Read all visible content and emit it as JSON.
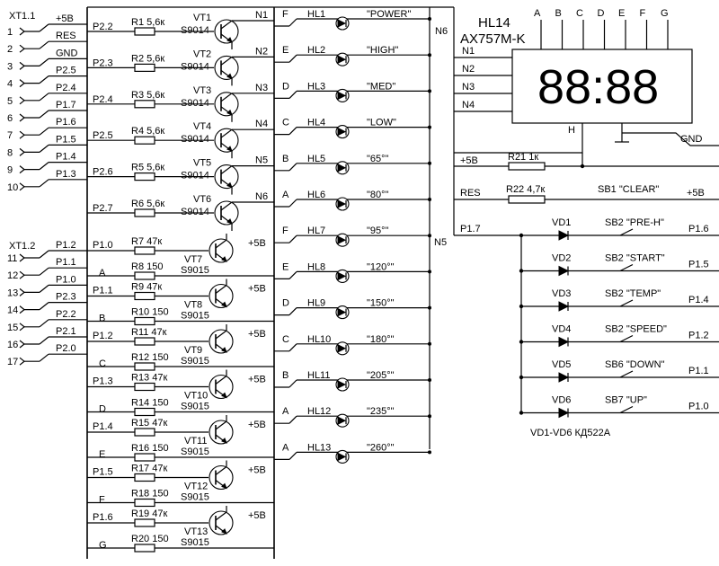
{
  "connectors": {
    "xt1": "XT1.1",
    "xt2": "XT1.2",
    "pins1": [
      {
        "num": "1",
        "sig": "+5B"
      },
      {
        "num": "2",
        "sig": "RES"
      },
      {
        "num": "3",
        "sig": "GND"
      },
      {
        "num": "4",
        "sig": "P2.5"
      },
      {
        "num": "5",
        "sig": "P2.4"
      },
      {
        "num": "6",
        "sig": "P1.7"
      },
      {
        "num": "7",
        "sig": "P1.6"
      },
      {
        "num": "8",
        "sig": "P1.5"
      },
      {
        "num": "9",
        "sig": "P1.4"
      },
      {
        "num": "10",
        "sig": "P1.3"
      }
    ],
    "pins2": [
      {
        "num": "11",
        "sig": "P1.2"
      },
      {
        "num": "12",
        "sig": "P1.1"
      },
      {
        "num": "13",
        "sig": "P1.0"
      },
      {
        "num": "14",
        "sig": "P2.3"
      },
      {
        "num": "15",
        "sig": "P2.2"
      },
      {
        "num": "16",
        "sig": "P2.1"
      },
      {
        "num": "17",
        "sig": "P2.0"
      }
    ]
  },
  "digit_drivers": [
    {
      "port": "P2.2",
      "r": "R1 5,6к",
      "vt": "VT1",
      "model": "S9014",
      "net": "N1"
    },
    {
      "port": "P2.3",
      "r": "R2 5,6к",
      "vt": "VT2",
      "model": "S9014",
      "net": "N2"
    },
    {
      "port": "P2.4",
      "r": "R3 5,6к",
      "vt": "VT3",
      "model": "S9014",
      "net": "N3"
    },
    {
      "port": "P2.5",
      "r": "R4 5,6к",
      "vt": "VT4",
      "model": "S9014",
      "net": "N4"
    },
    {
      "port": "P2.6",
      "r": "R5 5,6к",
      "vt": "VT5",
      "model": "S9014",
      "net": "N5"
    },
    {
      "port": "P2.7",
      "r": "R6 5,6к",
      "vt": "VT6",
      "model": "S9014",
      "net": "N6"
    }
  ],
  "segment_drivers": [
    {
      "port": "P1.0",
      "r1": "R7 47к",
      "seg": "A",
      "r2": "R8 150",
      "vt": "VT7",
      "model": "S9015"
    },
    {
      "port": "P1.1",
      "r1": "R9 47к",
      "seg": "B",
      "r2": "R10 150",
      "vt": "VT8",
      "model": "S9015"
    },
    {
      "port": "P1.2",
      "r1": "R11 47к",
      "seg": "C",
      "r2": "R12 150",
      "vt": "VT9",
      "model": "S9015"
    },
    {
      "port": "P1.3",
      "r1": "R13 47к",
      "seg": "D",
      "r2": "R14 150",
      "vt": "VT10",
      "model": "S9015"
    },
    {
      "port": "P1.4",
      "r1": "R15 47к",
      "seg": "E",
      "r2": "R16 150",
      "vt": "VT11",
      "model": "S9015"
    },
    {
      "port": "P1.5",
      "r1": "R17 47к",
      "seg": "F",
      "r2": "R18 150",
      "vt": "VT12",
      "model": "S9015"
    },
    {
      "port": "P1.6",
      "r1": "R19 47к",
      "seg": "G",
      "r2": "R20 150",
      "vt": "VT13",
      "model": "S9015"
    }
  ],
  "vcc_label": "+5B",
  "leds": [
    {
      "seg": "F",
      "name": "HL1",
      "text": "\"POWER\""
    },
    {
      "seg": "E",
      "name": "HL2",
      "text": "\"HIGH\""
    },
    {
      "seg": "D",
      "name": "HL3",
      "text": "\"MED\""
    },
    {
      "seg": "C",
      "name": "HL4",
      "text": "\"LOW\""
    },
    {
      "seg": "B",
      "name": "HL5",
      "text": "\"65°\""
    },
    {
      "seg": "A",
      "name": "HL6",
      "text": "\"80°\""
    },
    {
      "seg": "F",
      "name": "HL7",
      "text": "\"95°\""
    },
    {
      "seg": "E",
      "name": "HL8",
      "text": "\"120°\""
    },
    {
      "seg": "D",
      "name": "HL9",
      "text": "\"150°\""
    },
    {
      "seg": "C",
      "name": "HL10",
      "text": "\"180°\""
    },
    {
      "seg": "B",
      "name": "HL11",
      "text": "\"205°\""
    },
    {
      "seg": "A",
      "name": "HL12",
      "text": "\"235°\""
    },
    {
      "seg": "A",
      "name": "HL13",
      "text": "\"260°\""
    }
  ],
  "led_bus": {
    "top": "N6",
    "bottom": "N5"
  },
  "display": {
    "name": "HL14",
    "model": "AX757M-K",
    "digits": "88:88",
    "seg_pins": [
      "A",
      "B",
      "C",
      "D",
      "E",
      "F",
      "G"
    ],
    "n_pins": [
      "N1",
      "N2",
      "N3",
      "N4"
    ],
    "h_pin": "H",
    "gnd": "GND"
  },
  "reset": {
    "vcc": "+5B",
    "r21": "R21 1к",
    "res": "RES",
    "r22": "R22 4,7к",
    "sb1": "SB1 \"CLEAR\"",
    "vcc2": "+5B"
  },
  "keys": {
    "bus": "P1.7",
    "rows": [
      {
        "vd": "VD1",
        "sb": "SB2 \"PRE-H\"",
        "port": "P1.6"
      },
      {
        "vd": "VD2",
        "sb": "SB2 \"START\"",
        "port": "P1.5"
      },
      {
        "vd": "VD3",
        "sb": "SB2 \"TEMP\"",
        "port": "P1.4"
      },
      {
        "vd": "VD4",
        "sb": "SB2 \"SPEED\"",
        "port": "P1.2"
      },
      {
        "vd": "VD5",
        "sb": "SB6 \"DOWN\"",
        "port": "P1.1"
      },
      {
        "vd": "VD6",
        "sb": "SB7 \"UP\"",
        "port": "P1.0"
      }
    ],
    "note": "VD1-VD6 КД522А"
  }
}
